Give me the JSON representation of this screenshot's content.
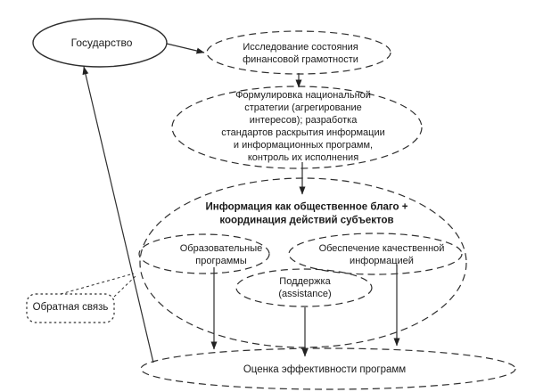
{
  "colors": {
    "line": "#2e2e2e",
    "text": "#1a1a1a",
    "background": "#ffffff"
  },
  "nodes": {
    "state": {
      "label": "Государство"
    },
    "research": {
      "lines": [
        "Исследование состояния",
        "финансовой грамотности"
      ]
    },
    "strategy": {
      "lines": [
        "Формулировка национальной",
        "стратегии (агрегирование",
        "интересов); разработка",
        "стандартов раскрытия информации",
        "и информационных программ,",
        "контроль их исполнения"
      ]
    },
    "public_good": {
      "lines": [
        "Информация как общественное благо +",
        "координация действий субъектов"
      ]
    },
    "educational": {
      "lines": [
        "Образовательные",
        "программы"
      ]
    },
    "quality_info": {
      "lines": [
        "Обеспечение качественной",
        "информацией"
      ]
    },
    "support": {
      "lines": [
        "Поддержка",
        "(assistance)"
      ]
    },
    "feedback": {
      "label": "Обратная связь"
    },
    "evaluation": {
      "label": "Оценка эффективности программ"
    }
  }
}
